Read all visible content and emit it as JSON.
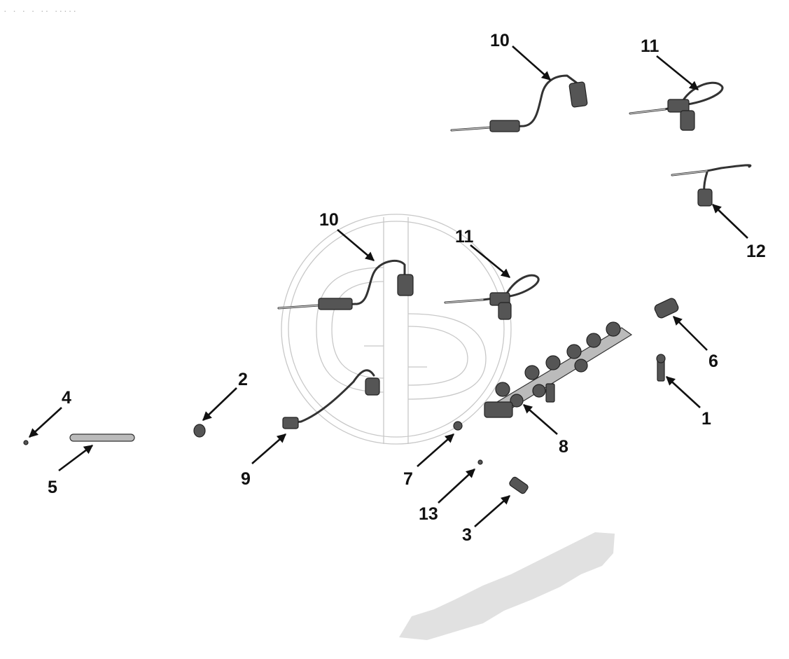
{
  "header_scribble": "· ·   ·   ·  ·· ·····",
  "callouts": {
    "c10_top": "10",
    "c11_top": "11",
    "c12": "12",
    "c10_mid": "10",
    "c11_mid": "11",
    "c6": "6",
    "c1": "1",
    "c8": "8",
    "c2": "2",
    "c4": "4",
    "c5": "5",
    "c9": "9",
    "c7": "7",
    "c13": "13",
    "c3": "3"
  },
  "colors": {
    "ink": "#111111",
    "watermark": "#c8c8c8",
    "background": "#ffffff"
  }
}
